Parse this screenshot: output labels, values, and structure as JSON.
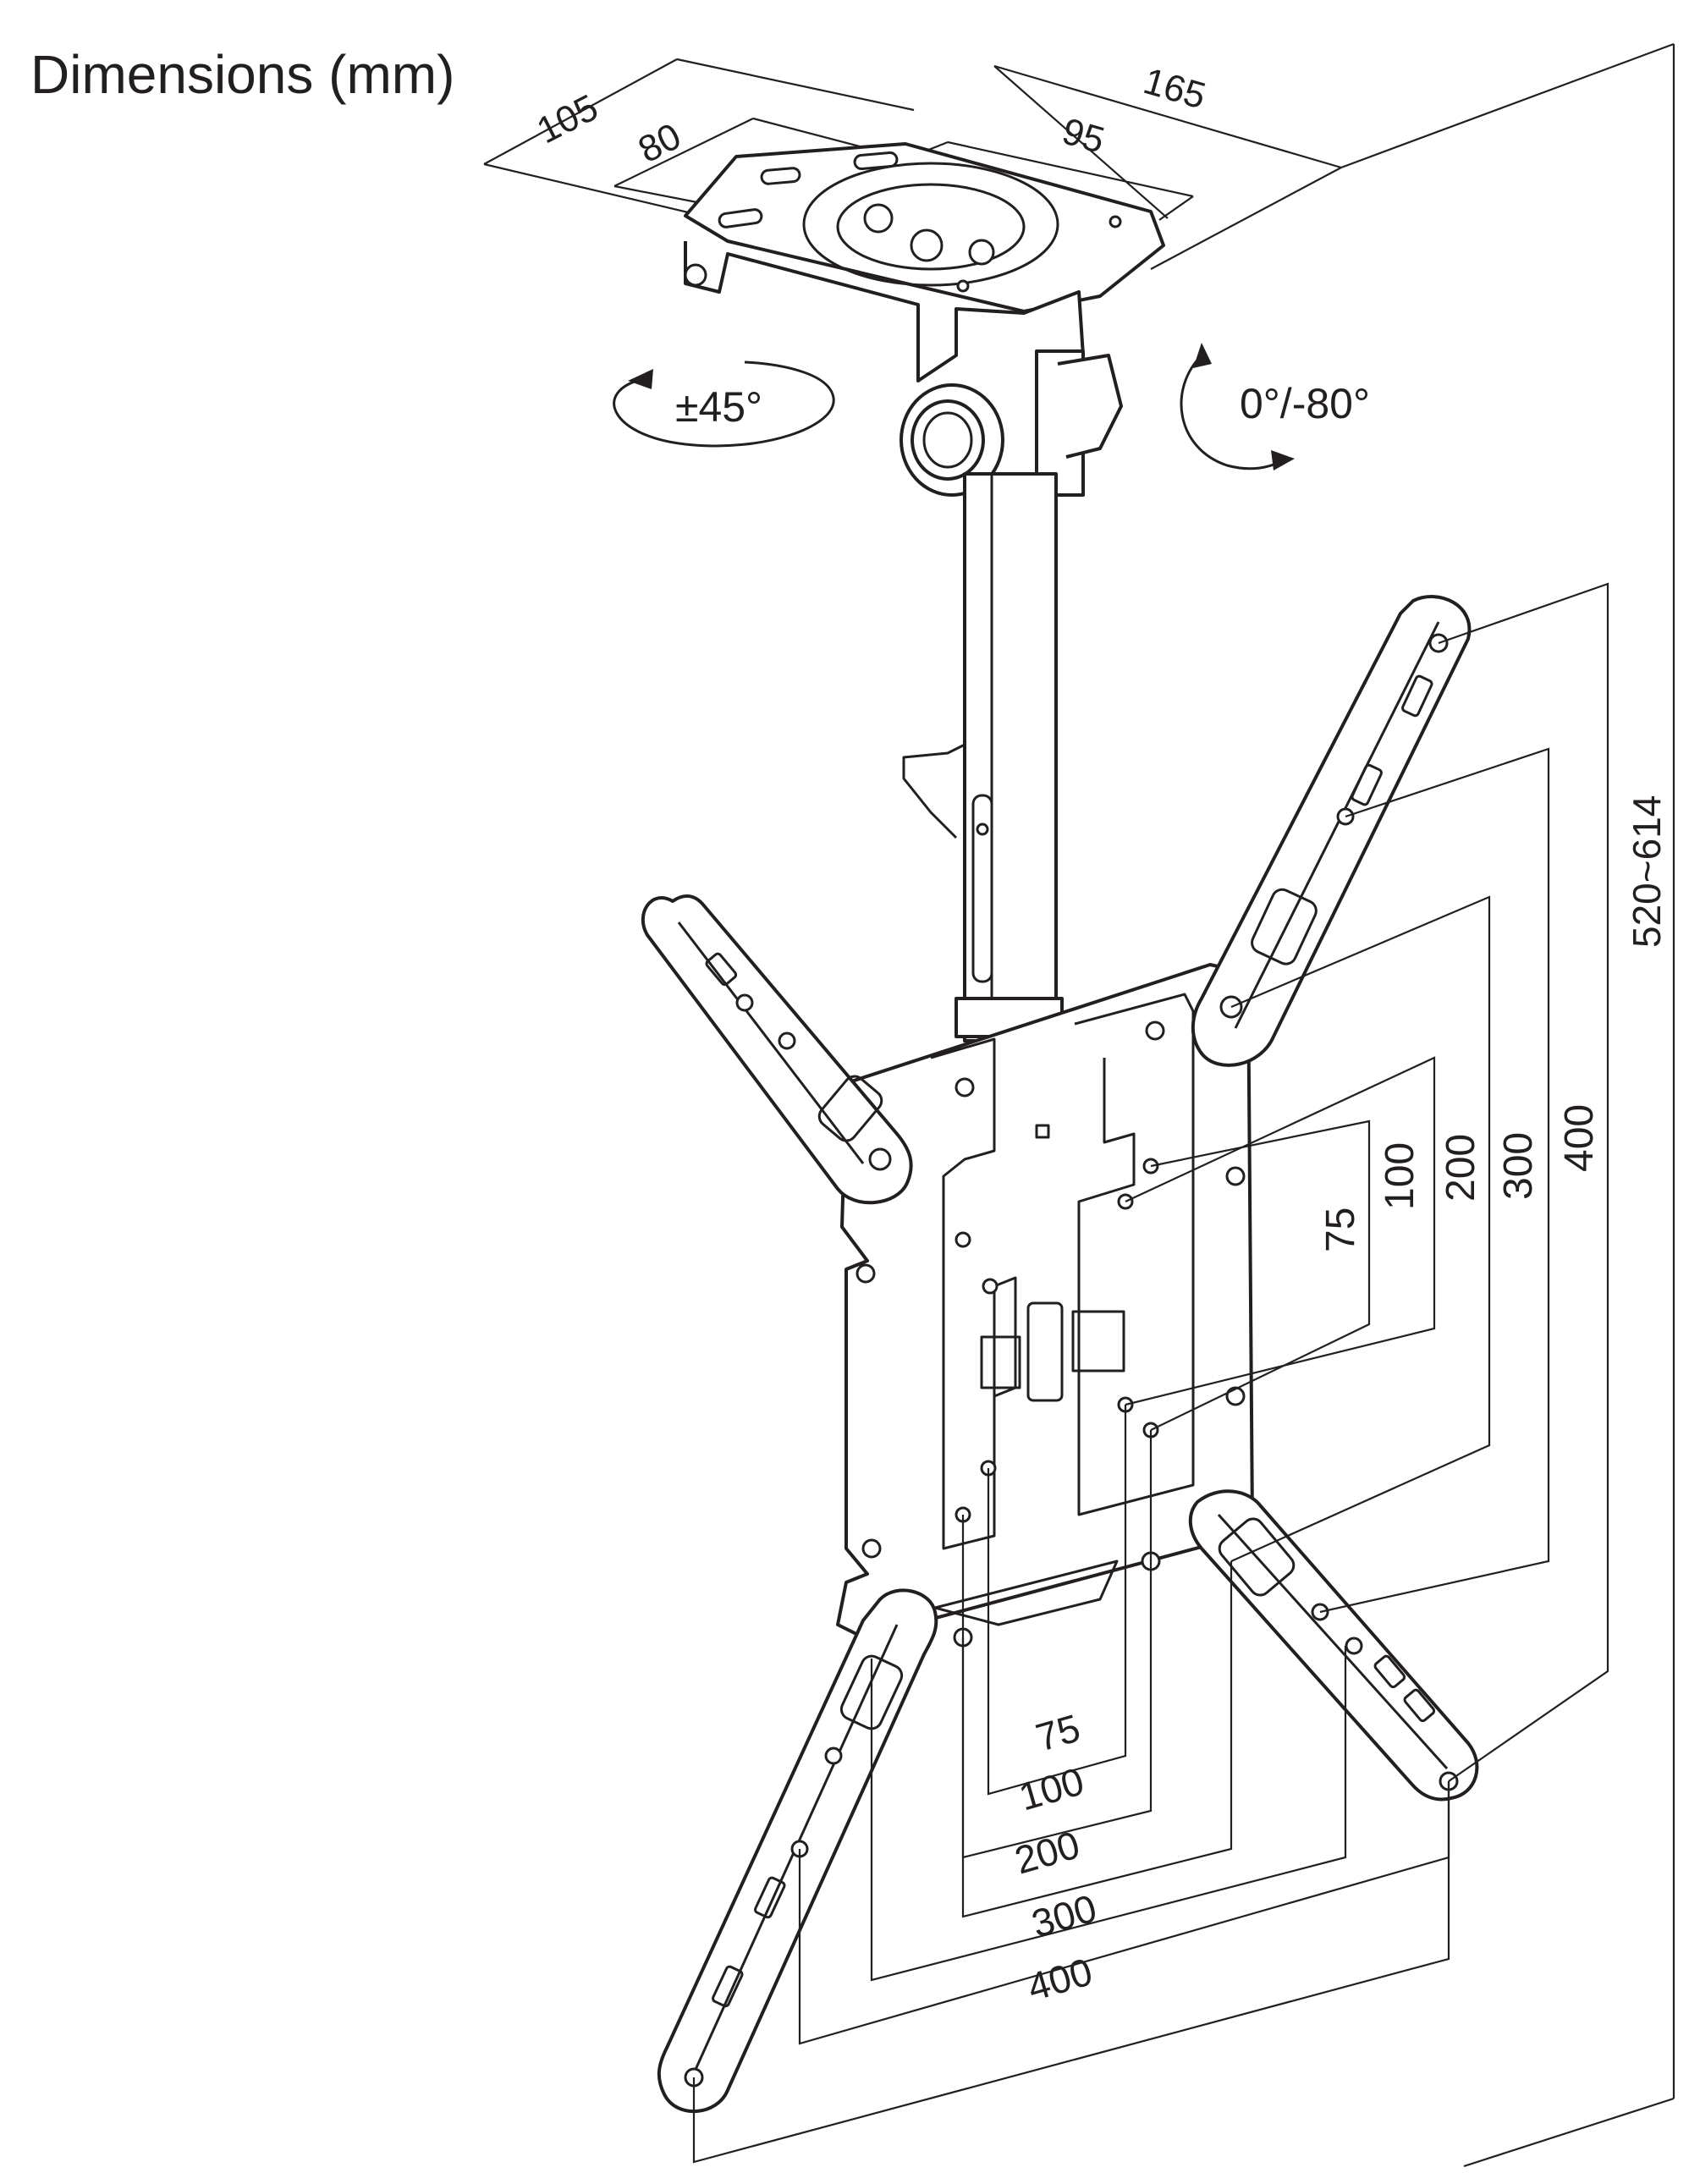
{
  "title": "Dimensions (mm)",
  "top_dimensions": {
    "overall_width": "165",
    "depth": "105",
    "slot_spacing": "80",
    "inner_spacing": "95"
  },
  "rotation": {
    "swivel": "±45°",
    "tilt": "0°/-80°"
  },
  "height_range": "520~614",
  "vesa_vertical": [
    "75",
    "100",
    "200",
    "300",
    "400"
  ],
  "vesa_horizontal": [
    "75",
    "100",
    "200",
    "300",
    "400"
  ],
  "colors": {
    "line": "#231f20",
    "background": "#ffffff"
  }
}
